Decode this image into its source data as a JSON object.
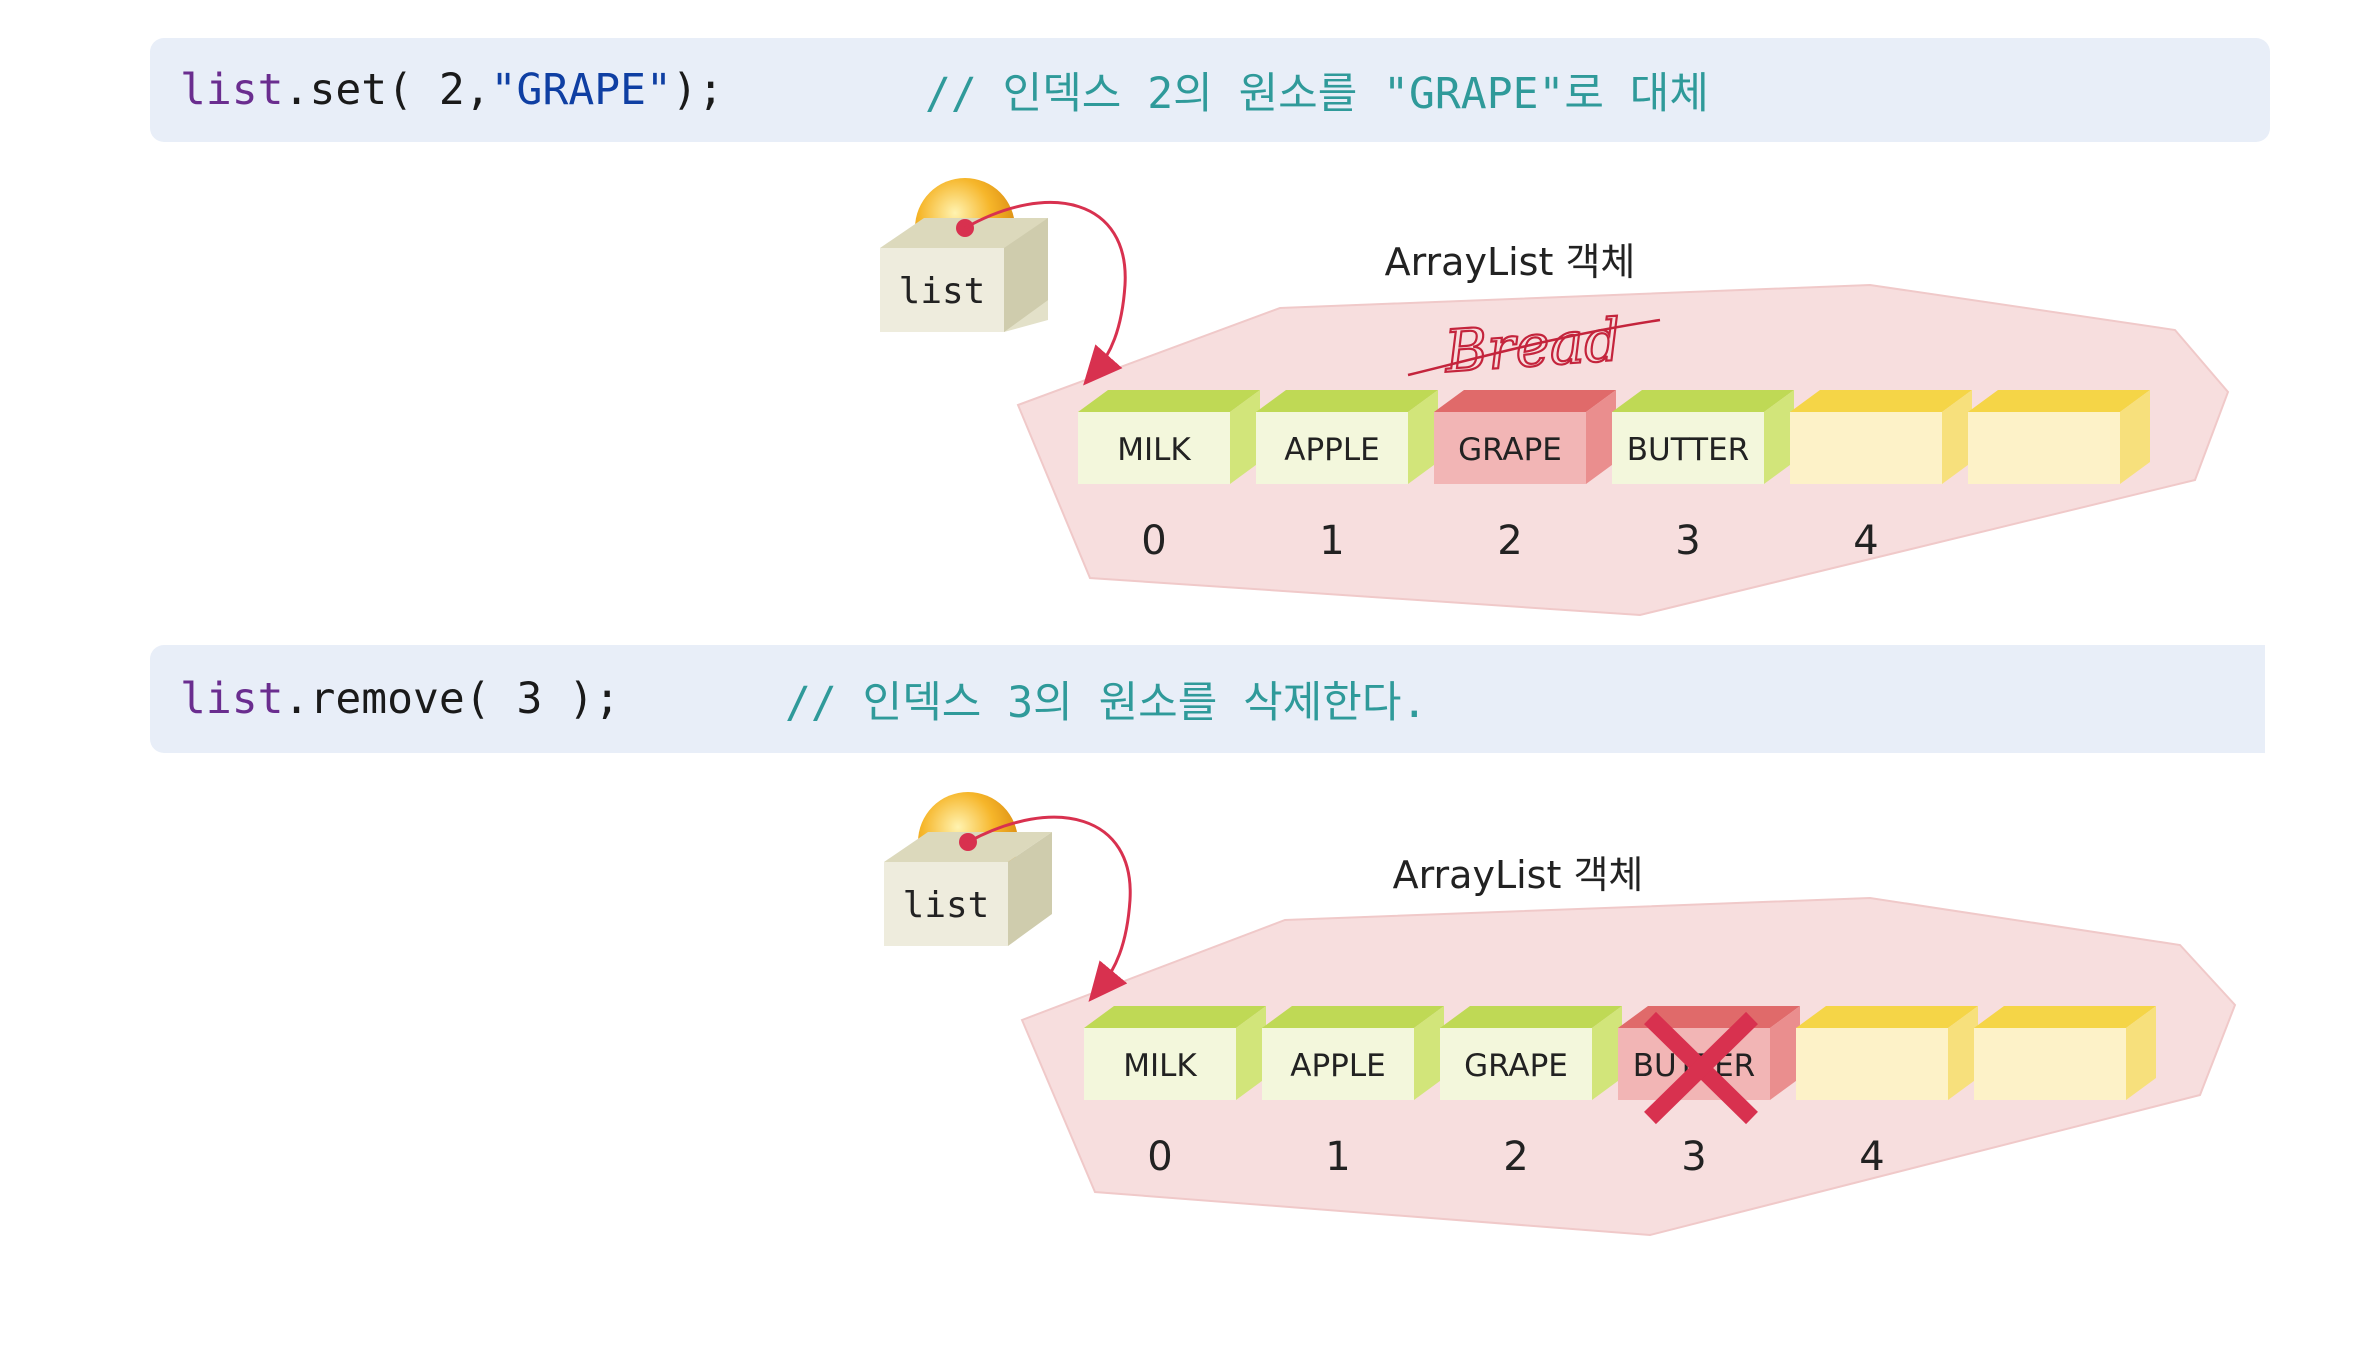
{
  "code1": {
    "obj": "list",
    "call": ".set( 2, ",
    "str": "\"GRAPE\"",
    "end": " );",
    "comment": "// 인덱스 2의 원소를 \"GRAPE\"로 대체"
  },
  "code2": {
    "obj": "list",
    "call": ".remove( 3 );",
    "comment": "// 인덱스 3의 원소를 삭제한다."
  },
  "diagram1": {
    "var_label": "list",
    "title": "ArrayList 객체",
    "handwritten": "Bread",
    "cells": [
      {
        "label": "MILK",
        "state": "filled"
      },
      {
        "label": "APPLE",
        "state": "filled"
      },
      {
        "label": "GRAPE",
        "state": "replaced"
      },
      {
        "label": "BUTTER",
        "state": "filled"
      },
      {
        "label": "",
        "state": "empty"
      },
      {
        "label": "",
        "state": "empty"
      }
    ],
    "indices": [
      "0",
      "1",
      "2",
      "3",
      "4"
    ]
  },
  "diagram2": {
    "var_label": "list",
    "title": "ArrayList 객체",
    "cells": [
      {
        "label": "MILK",
        "state": "filled"
      },
      {
        "label": "APPLE",
        "state": "filled"
      },
      {
        "label": "GRAPE",
        "state": "filled"
      },
      {
        "label": "BUTTER",
        "state": "removed"
      },
      {
        "label": "",
        "state": "empty"
      },
      {
        "label": "",
        "state": "empty"
      }
    ],
    "indices": [
      "0",
      "1",
      "2",
      "3",
      "4"
    ]
  },
  "colors": {
    "code_bg": "#e8eef8",
    "blob": "#f7dede",
    "cell_green_front": "#f3f7dc",
    "cell_green_top": "#bfd955",
    "cell_green_side": "#d2e57a",
    "cell_red_front": "#f2b5b5",
    "cell_red_top": "#e06a6a",
    "cell_red_side": "#ea8e8e",
    "cell_yellow_front": "#fdf2c8",
    "cell_yellow_top": "#f5d547",
    "cell_yellow_side": "#f7e07c",
    "arrow": "#d8314f",
    "cross": "#d8314f"
  }
}
